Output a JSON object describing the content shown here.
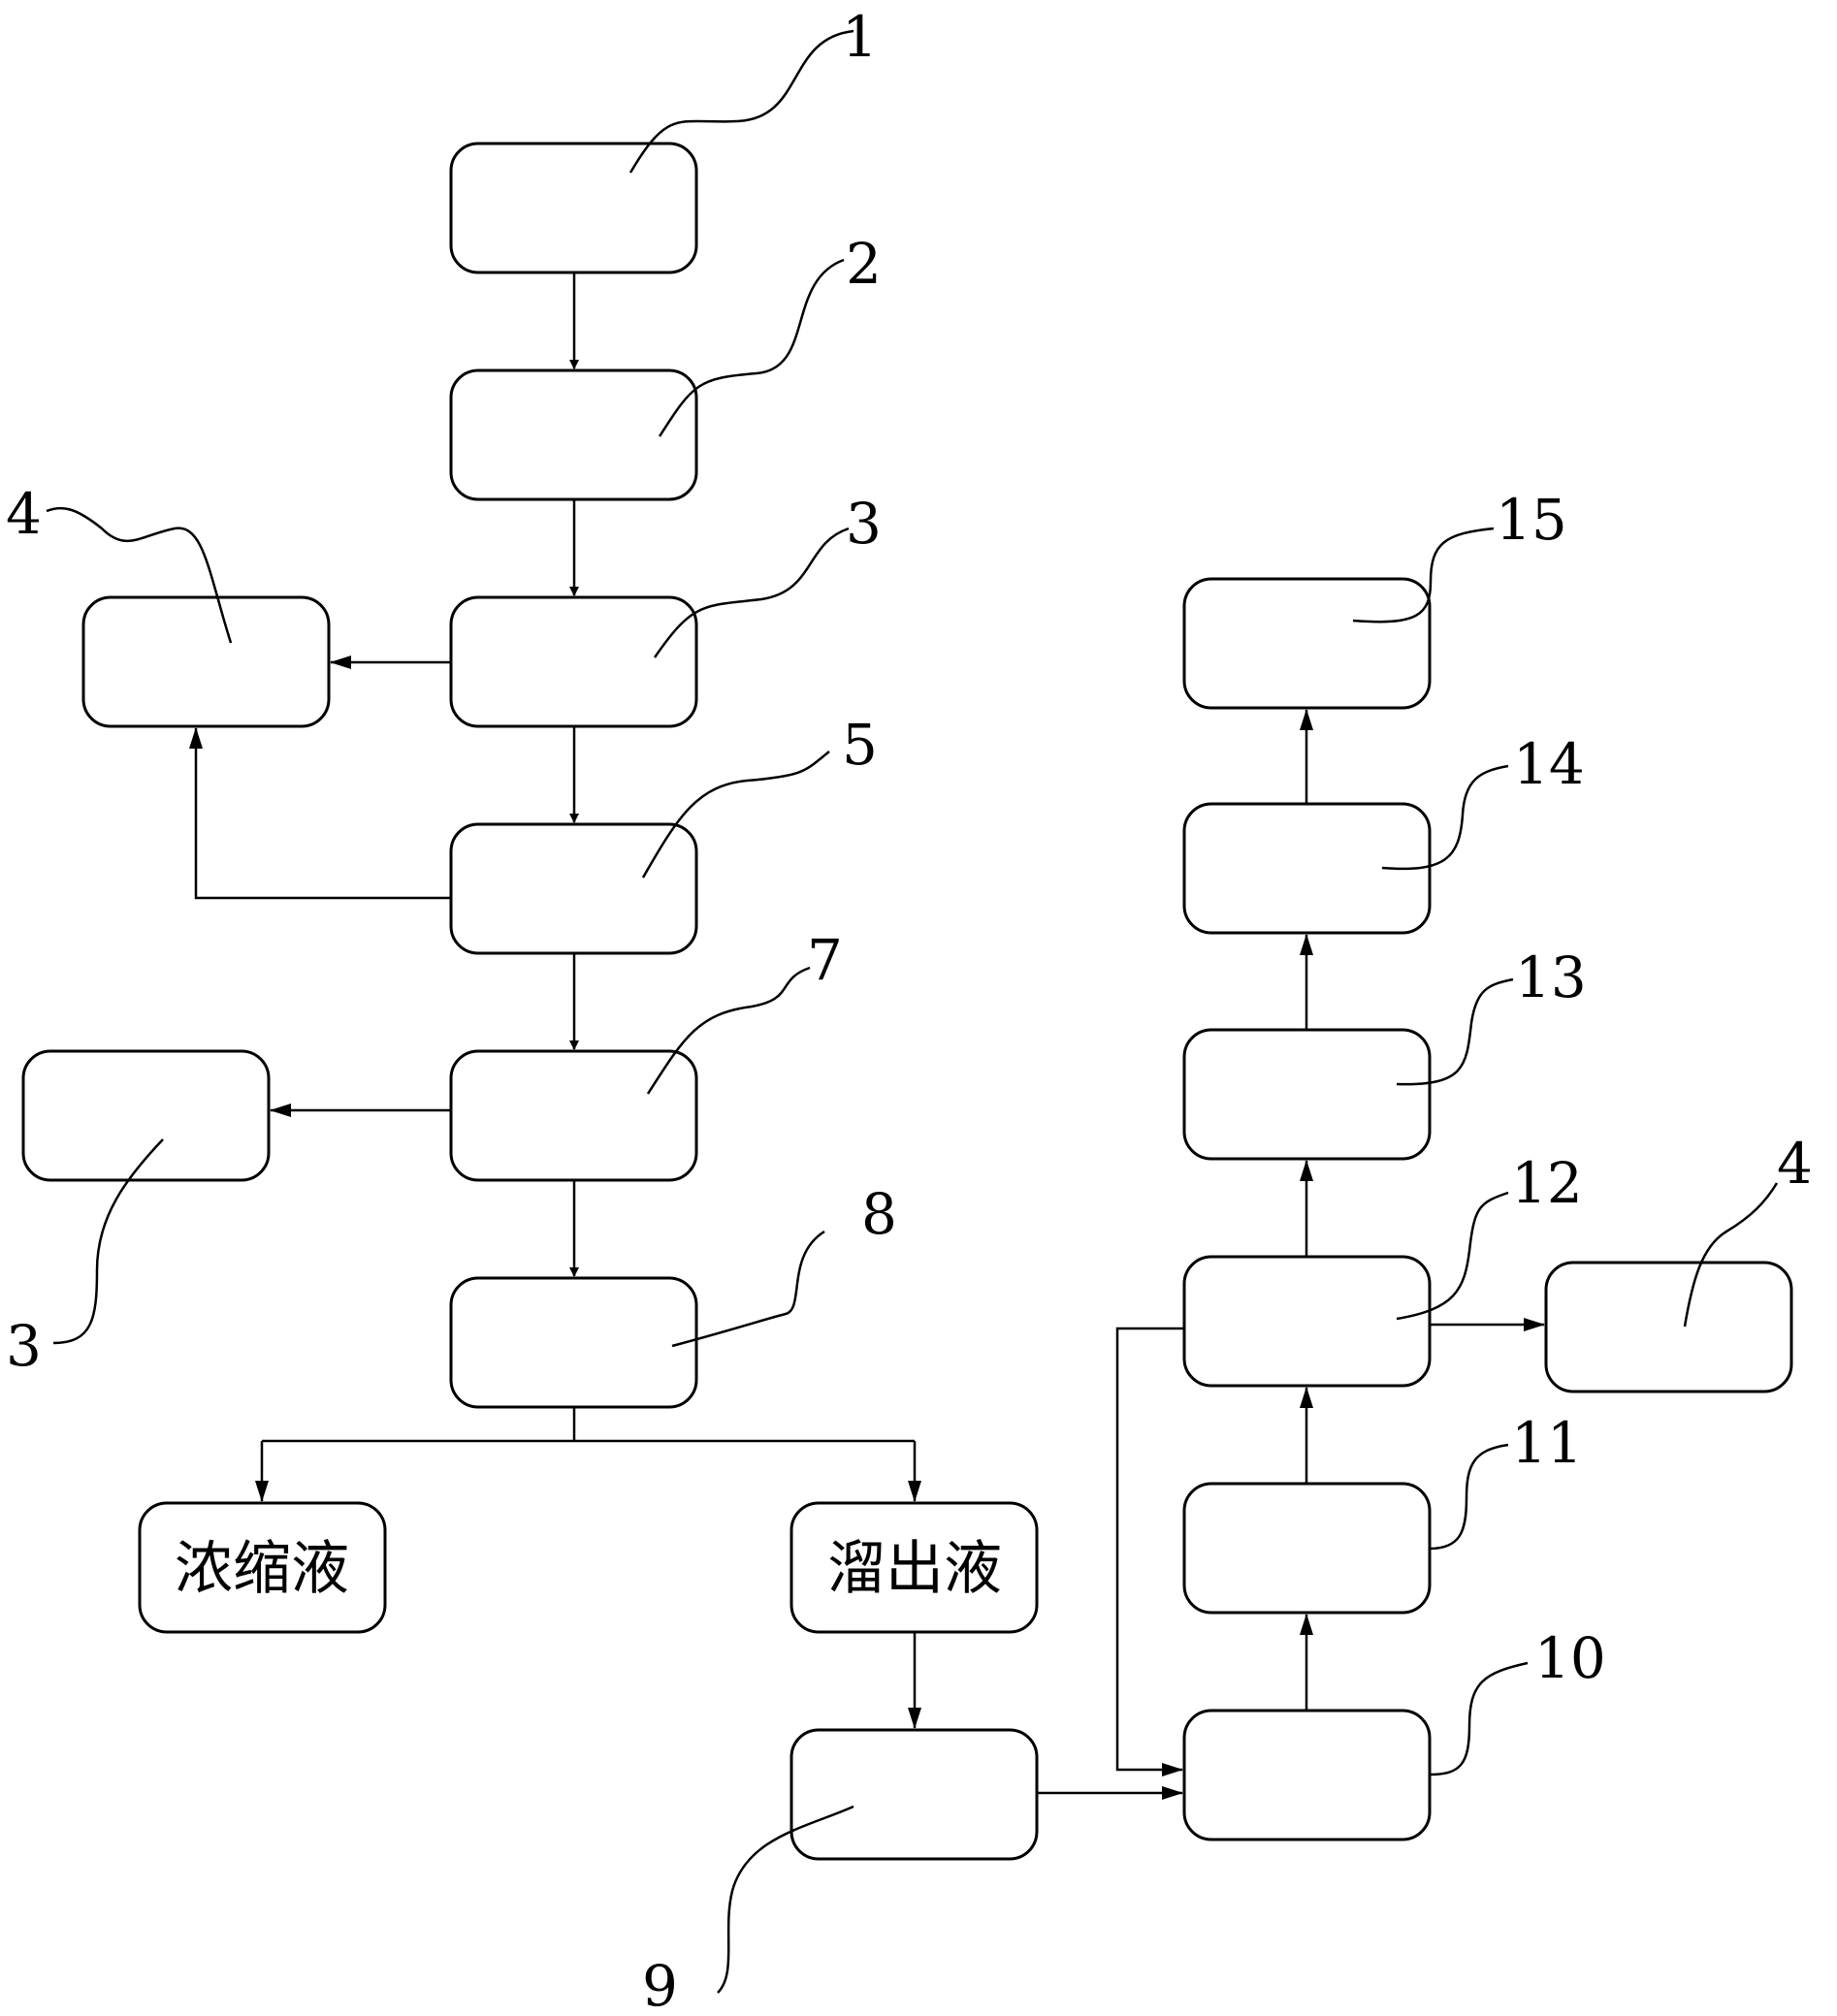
{
  "labels": {
    "n1": "1",
    "n2": "2",
    "n3a": "3",
    "n3b": "3",
    "n4a": "4",
    "n4b": "4",
    "n5": "5",
    "n7": "7",
    "n8": "8",
    "n9": "9",
    "n10": "10",
    "n11": "11",
    "n12": "12",
    "n13": "13",
    "n14": "14",
    "n15": "15"
  },
  "boxes": {
    "concentrate": "浓缩液",
    "distillate": "溜出液"
  }
}
